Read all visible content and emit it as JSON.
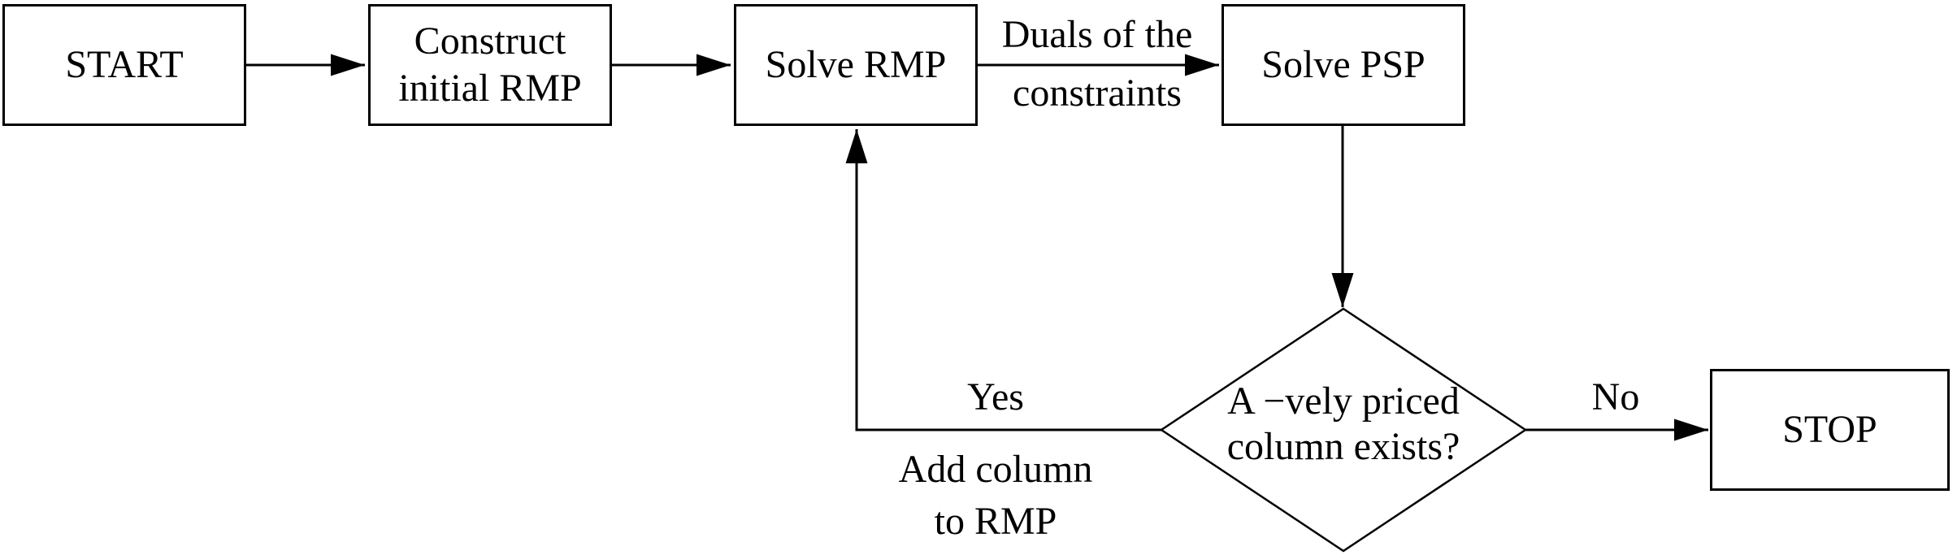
{
  "title": "Column generation flowchart",
  "colors": {
    "background": "#ffffff",
    "stroke": "#000000",
    "text": "#000000"
  },
  "nodes": {
    "start": {
      "label": "START"
    },
    "construct": {
      "label_line1": "Construct",
      "label_line2": "initial RMP"
    },
    "solve_rmp": {
      "label": "Solve RMP"
    },
    "solve_psp": {
      "label": "Solve PSP"
    },
    "decision": {
      "label_line1": "A −vely priced",
      "label_line2": "column exists?"
    },
    "stop": {
      "label": "STOP"
    }
  },
  "edges": {
    "duals_label_line1": "Duals of the",
    "duals_label_line2": "constraints",
    "yes_label": "Yes",
    "add_column_line1": "Add column",
    "add_column_line2": "to RMP",
    "no_label": "No"
  }
}
